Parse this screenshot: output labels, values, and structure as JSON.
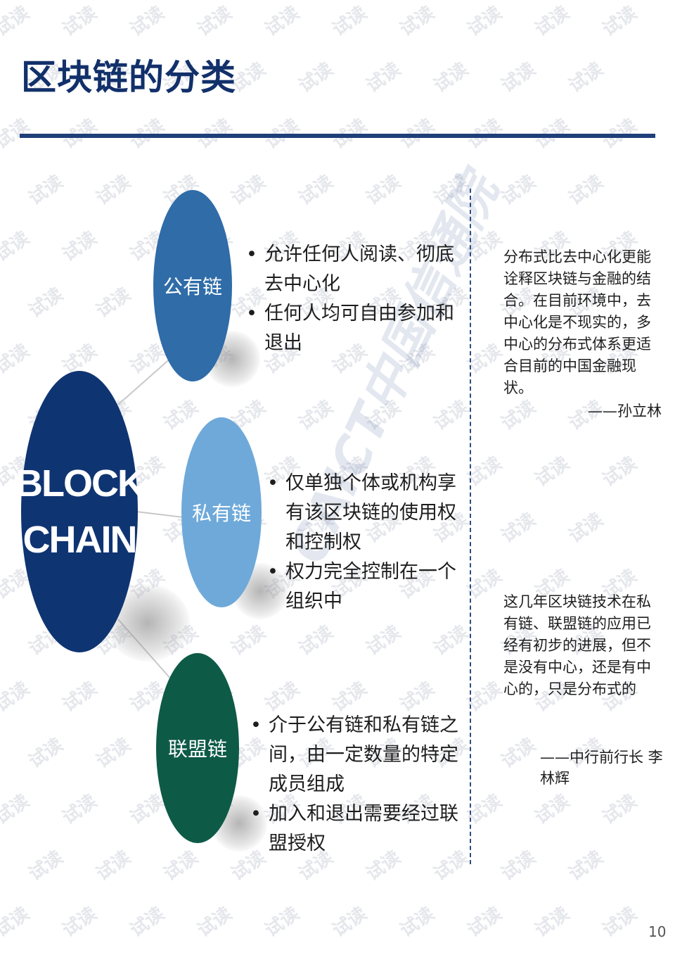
{
  "title": "区块链的分类",
  "main_circle": {
    "line1": "BLOCK",
    "line2": "CHAIN"
  },
  "categories": [
    {
      "label": "公有链",
      "bullets": [
        "允许任何人阅读、彻底去中心化",
        "任何人均可自由参加和退出"
      ]
    },
    {
      "label": "私有链",
      "bullets": [
        "仅单独个体或机构享有该区块链的使用权和控制权",
        "权力完全控制在一个组织中"
      ]
    },
    {
      "label": "联盟链",
      "bullets": [
        "介于公有链和私有链之间，由一定数量的特定成员组成",
        "加入和退出需要经过联盟授权"
      ]
    }
  ],
  "bullet_symbol": "•",
  "quotes": [
    {
      "text": "分布式比去中心化更能诠释区块链与金融的结合。在目前环境中，去中心化是不现实的，多中心的分布式体系更适合目前的中国金融现状。",
      "author": "——孙立林"
    },
    {
      "text": "这几年区块链技术在私有链、联盟链的应用已经有初步的进展，但不是没有中心，还是有中心的，只是分布式的",
      "author": "——中行前行长 李林辉"
    }
  ],
  "page_number": "10",
  "watermark": {
    "text": "试读",
    "brand": "CAICT中国信通院"
  },
  "colors": {
    "title": "#12306a",
    "rule": "#1f3f7a",
    "main_circle": "#0f3472",
    "public": "#2f6ca8",
    "private": "#6ea9da",
    "alliance": "#0d5a47"
  }
}
